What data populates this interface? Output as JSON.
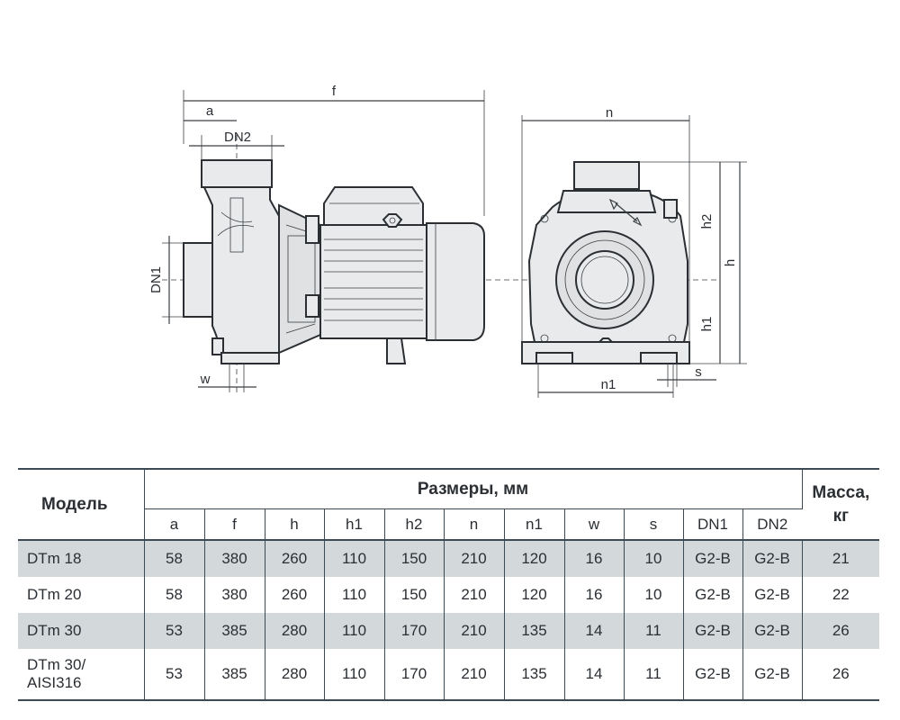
{
  "drawing": {
    "labels": {
      "f": "f",
      "a": "a",
      "dn2": "DN2",
      "dn1": "DN1",
      "w": "w",
      "n": "n",
      "n1": "n1",
      "h": "h",
      "h1": "h1",
      "h2": "h2",
      "s": "s"
    }
  },
  "table": {
    "model_header": "Модель",
    "dims_header": "Размеры, мм",
    "mass_header_line1": "Масса,",
    "mass_header_line2": "кг",
    "columns": [
      "a",
      "f",
      "h",
      "h1",
      "h2",
      "n",
      "n1",
      "w",
      "s",
      "DN1",
      "DN2"
    ],
    "rows": [
      {
        "model": "DTm 18",
        "model2": "",
        "a": "58",
        "f": "380",
        "h": "260",
        "h1": "110",
        "h2": "150",
        "n": "210",
        "n1": "120",
        "w": "16",
        "s": "10",
        "dn1": "G2-B",
        "dn2": "G2-B",
        "mass": "21"
      },
      {
        "model": "DTm 20",
        "model2": "",
        "a": "58",
        "f": "380",
        "h": "260",
        "h1": "110",
        "h2": "150",
        "n": "210",
        "n1": "120",
        "w": "16",
        "s": "10",
        "dn1": "G2-B",
        "dn2": "G2-B",
        "mass": "22"
      },
      {
        "model": "DTm 30",
        "model2": "",
        "a": "53",
        "f": "385",
        "h": "280",
        "h1": "110",
        "h2": "170",
        "n": "210",
        "n1": "135",
        "w": "14",
        "s": "11",
        "dn1": "G2-B",
        "dn2": "G2-B",
        "mass": "26"
      },
      {
        "model": "DTm 30/",
        "model2": "AISI316",
        "a": "53",
        "f": "385",
        "h": "280",
        "h1": "110",
        "h2": "170",
        "n": "210",
        "n1": "135",
        "w": "14",
        "s": "11",
        "dn1": "G2-B",
        "dn2": "G2-B",
        "mass": "26"
      }
    ]
  }
}
